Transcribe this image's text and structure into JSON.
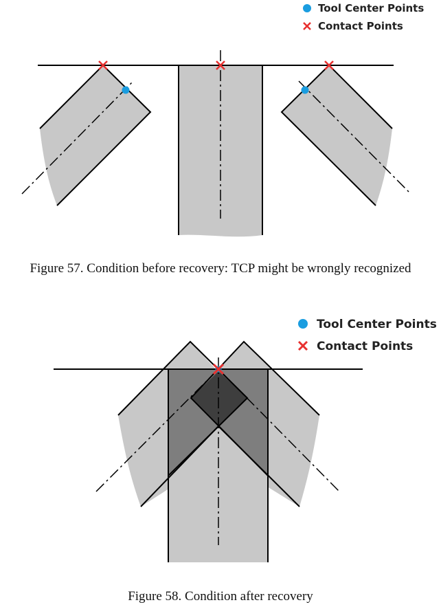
{
  "figure1": {
    "legend": {
      "tool_center_points": "Tool Center Points",
      "contact_points": "Contact Points"
    },
    "caption": "Figure 57. Condition before recovery: TCP might be wrongly recognized"
  },
  "figure2": {
    "legend": {
      "tool_center_points": "Tool Center Points",
      "contact_points": "Contact Points"
    },
    "caption": "Figure 58. Condition after recovery"
  },
  "colors": {
    "tool_fill": "#c8c8c8",
    "overlap_medium": "#7e7e7e",
    "overlap_dark": "#3e3e3e",
    "tool_center_point": "#1a9de0",
    "contact_point": "#e8302f",
    "outline": "#000000"
  }
}
